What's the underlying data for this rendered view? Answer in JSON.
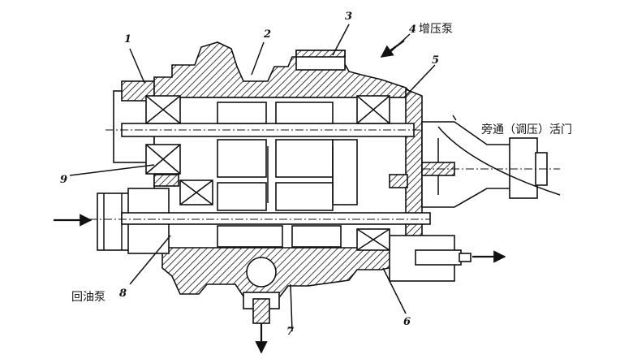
{
  "labels": {
    "n1": "1",
    "n2": "2",
    "n3": "3",
    "n4": "4",
    "n5": "5",
    "n6": "6",
    "n7": "7",
    "n8": "8",
    "n9": "9",
    "booster_pump": "增压泵",
    "bypass_valve": "旁通（调压）活门",
    "return_pump": "回油泵"
  }
}
